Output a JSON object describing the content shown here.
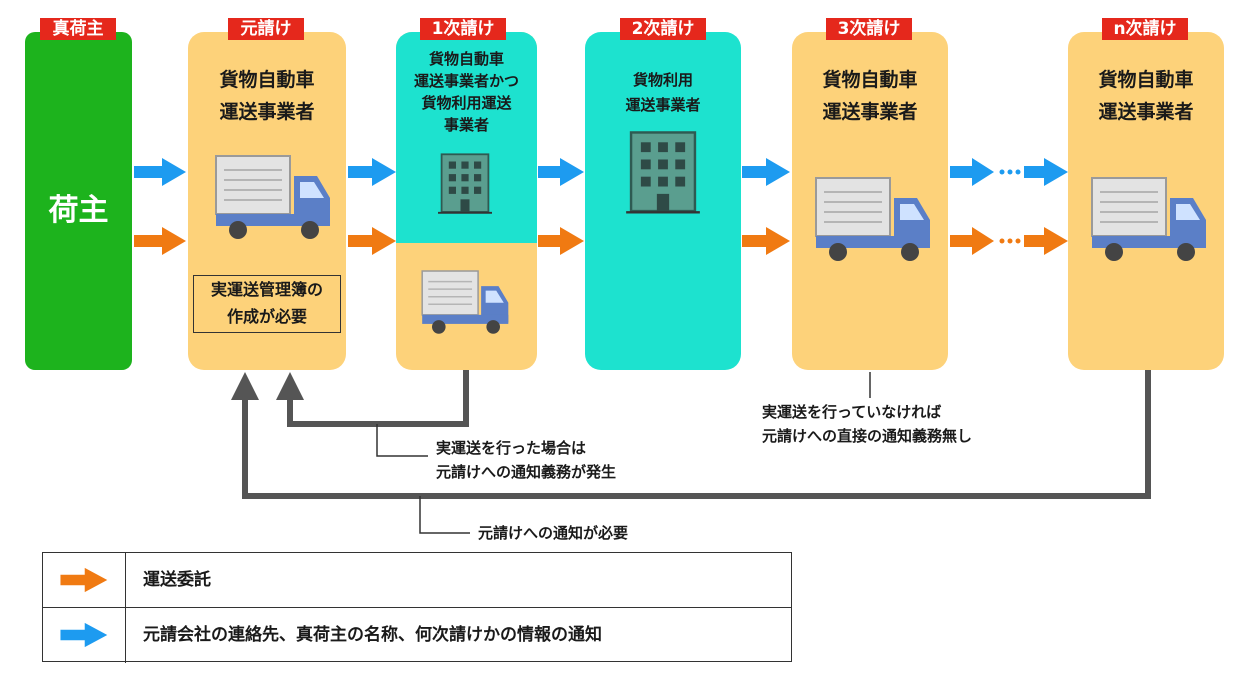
{
  "colors": {
    "shipper_green": "#1db31d",
    "orange_box": "#fdd27a",
    "teal_box": "#1de2cf",
    "tag_red": "#e5281c",
    "arrow_blue": "#1d9bf0",
    "arrow_orange": "#f07a12",
    "feedback_gray": "#555555"
  },
  "tags": {
    "true_shipper": "真荷主",
    "prime": "元請け",
    "first": "1次請け",
    "second": "2次請け",
    "third": "3次請け",
    "nth": "n次請け"
  },
  "boxes": {
    "shipper": "荷主",
    "prime_title": "貨物自動車\n運送事業者",
    "prime_note": "実運送管理簿の\n作成が必要",
    "first_title": "貨物自動車\n運送事業者かつ\n貨物利用運送\n事業者",
    "second_title": "貨物利用\n運送事業者",
    "third_title": "貨物自動車\n運送事業者",
    "nth_title": "貨物自動車\n運送事業者"
  },
  "notes": {
    "first_feedback": "実運送を行った場合は\n元請けへの通知義務が発生",
    "third_feedback": "実運送を行っていなければ\n元請けへの直接の通知義務無し",
    "nth_feedback": "元請けへの通知が必要"
  },
  "legend": {
    "orange": "運送委託",
    "blue": "元請会社の連絡先、真荷主の名称、何次請けかの情報の通知"
  },
  "icons": {
    "truck": "truck-icon",
    "building": "building-icon",
    "arrow": "arrow-icon"
  }
}
